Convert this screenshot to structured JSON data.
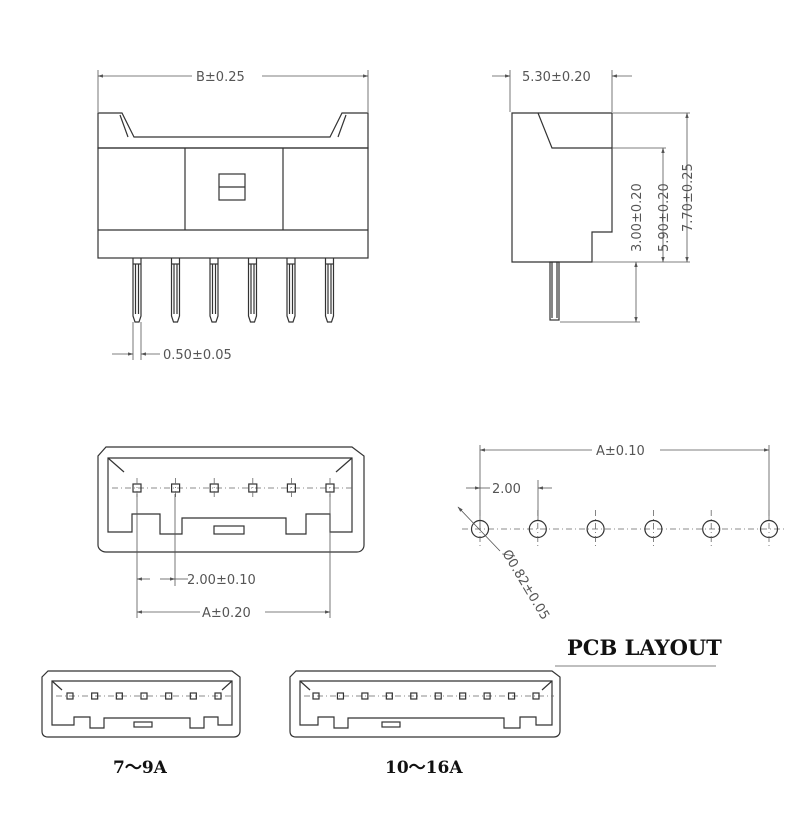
{
  "front_view": {
    "width_label": "B±0.25",
    "pin_width_label": "0.50±0.05"
  },
  "side_view": {
    "depth_label": "5.30±0.20",
    "pin_height_label": "3.00±0.20",
    "body_height_label": "5.90±0.20",
    "total_height_label": "7.70±0.25"
  },
  "top_view": {
    "pitch_label": "2.00±0.10",
    "span_label": "A±0.20"
  },
  "pcb_layout": {
    "title": "PCB LAYOUT",
    "span_label": "A±0.10",
    "pitch_label": "2.00",
    "hole_label": "Ø0.82±0.05"
  },
  "variants": [
    {
      "label": "7～9A",
      "pins": 7
    },
    {
      "label": "10～16A",
      "pins": 10
    }
  ]
}
